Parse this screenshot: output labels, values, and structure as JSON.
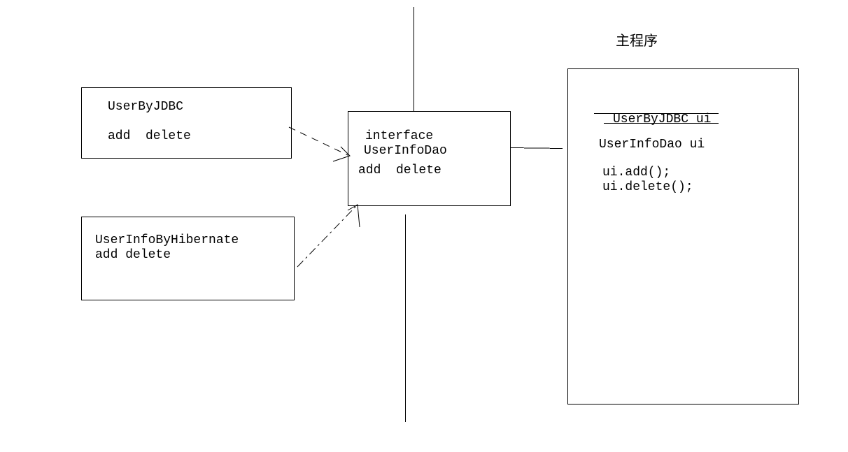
{
  "main_program": {
    "title": "主程序",
    "line_struck": "UserByJDBC ui",
    "line_declaration": "UserInfoDao ui",
    "call_add": "ui.add();",
    "call_delete": "ui.delete();"
  },
  "interface_box": {
    "keyword": "interface",
    "name": "UserInfoDao",
    "methods": "add  delete"
  },
  "jdbc_box": {
    "name": "UserByJDBC",
    "methods": "add  delete"
  },
  "hibernate_box": {
    "name": "UserInfoByHibernate",
    "methods": "add delete"
  }
}
